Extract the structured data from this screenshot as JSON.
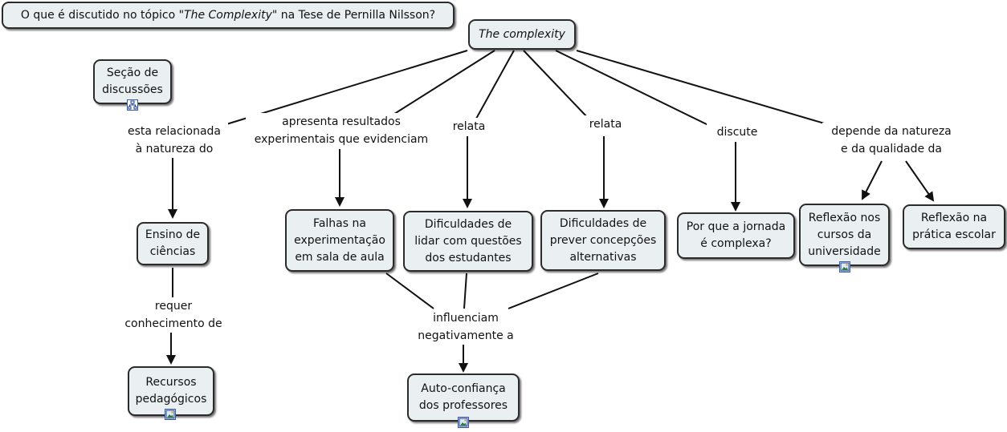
{
  "question": {
    "before": "O que é discutido no tópico \"",
    "italic": "The Complexity",
    "after": "\" na Tese de Pernilla Nilsson?"
  },
  "concepts": {
    "root": "The complexity",
    "secao": "Seção de\ndiscussões",
    "ensino": "Ensino de\nciências",
    "recursos": "Recursos\npedagógicos",
    "falhas": "Falhas na\nexperimentação\nem sala de aula",
    "dificuldades_questoes": "Dificuldades de\nlidar com questões\ndos estudantes",
    "dificuldades_concepcoes": "Dificuldades de\nprever concepções\nalternativas",
    "jornada": "Por que a jornada\né complexa?",
    "reflexao_cursos": "Reflexão nos\ncursos da\nuniversidade",
    "reflexao_pratica": "Reflexão na\nprática escolar",
    "autoconfianca": "Auto-confiança\ndos professores"
  },
  "links": {
    "relacionada": "esta relacionada\nà natureza do",
    "apresenta": "apresenta resultados\nexperimentais que evidenciam",
    "relata1": "relata",
    "relata2": "relata",
    "discute": "discute",
    "depende": "depende da natureza\ne da qualidade da",
    "requer": "requer\nconhecimento de",
    "influenciam": "influenciam\nnegativamente a"
  },
  "icons": {
    "secao": "concept-map-link-icon",
    "recursos": "image-resource-icon",
    "reflexao_cursos": "image-resource-icon",
    "autoconfianca": "image-resource-icon"
  }
}
